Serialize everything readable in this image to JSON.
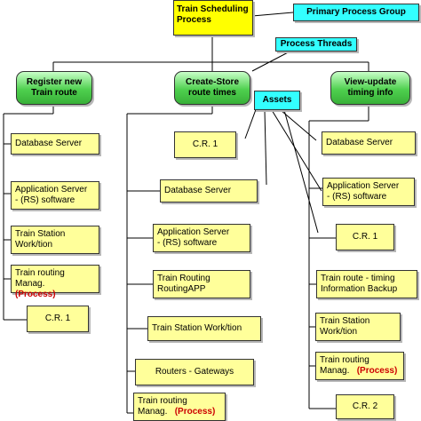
{
  "root": {
    "line1": "Train Scheduling",
    "line2": "Process"
  },
  "primary_group_label": "Primary Process Group",
  "process_threads_label": "Process Threads",
  "assets_label": "Assets",
  "threads": [
    {
      "line1": "Register new",
      "line2": "Train route"
    },
    {
      "line1": "Create-Store",
      "line2": "route times"
    },
    {
      "line1": "View-update",
      "line2": "timing info"
    }
  ],
  "col1": [
    {
      "line1": "Database Server"
    },
    {
      "line1": "Application Server",
      "line2": "- (RS) software"
    },
    {
      "line1": "Train Station",
      "line2": "Work/tion"
    },
    {
      "line1": "Train routing",
      "line2": "Manag.",
      "tag": "(Process)"
    },
    {
      "line1": "C.R. 1"
    }
  ],
  "col2": [
    {
      "line1": "C.R. 1"
    },
    {
      "line1": "Database Server"
    },
    {
      "line1": "Application Server",
      "line2": "- (RS) software"
    },
    {
      "line1": "Train Routing",
      "line2": "RoutingAPP"
    },
    {
      "line1": "Train Station Work/tion"
    },
    {
      "line1": "Routers - Gateways"
    },
    {
      "line1": "Train routing",
      "line2": "Manag.",
      "tag": "(Process)"
    }
  ],
  "col3": [
    {
      "line1": "Database Server"
    },
    {
      "line1": "Application Server",
      "line2": "- (RS) software"
    },
    {
      "line1": "C.R. 1"
    },
    {
      "line1": "Train route - timing",
      "line2": "Information Backup"
    },
    {
      "line1": "Train Station",
      "line2": "Work/tion"
    },
    {
      "line1": "Train routing",
      "line2": "Manag.",
      "tag": "(Process)"
    },
    {
      "line1": "C.R. 2"
    }
  ]
}
